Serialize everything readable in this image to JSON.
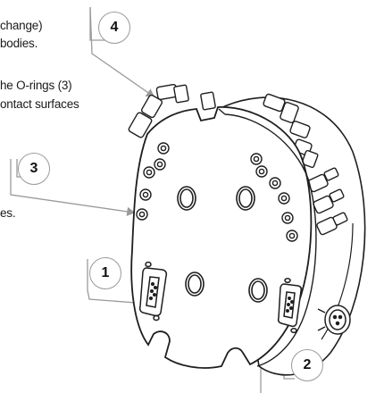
{
  "text_lines": [
    "change)",
    "bodies.",
    "he O-rings (3)",
    "ontact surfaces",
    "es."
  ],
  "callouts": {
    "c1": "1",
    "c2": "2",
    "c3": "3",
    "c4": "4"
  }
}
